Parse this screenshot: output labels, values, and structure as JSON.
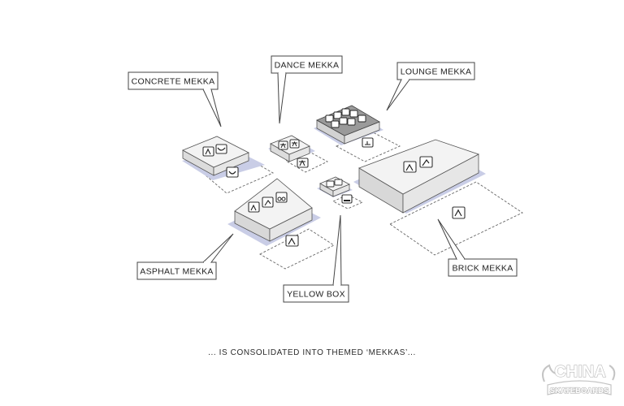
{
  "labels": {
    "concrete": "CONCRETE MEKKA",
    "dance": "DANCE MEKKA",
    "lounge": "LOUNGE MEKKA",
    "asphalt": "ASPHALT MEKKA",
    "yellow": "YELLOW BOX",
    "brick": "BRICK MEKKA"
  },
  "caption": "... IS CONSOLIDATED INTO THEMED ‘MEKKAS’...",
  "logo": {
    "line1": "CHINA",
    "line2": "SKATEBOARDS"
  },
  "colors": {
    "shadow": "#c9cde6",
    "box_top": "#f3f3f3",
    "box_side": "#dcdcdc",
    "line": "#444444"
  },
  "icons": {
    "concrete": [
      "skater-icon",
      "bowl-icon"
    ],
    "concrete_floor": [
      "bowl-icon"
    ],
    "dance": [
      "dancer-icon",
      "dancer-icon"
    ],
    "dance_floor": [
      "dancer-icon"
    ],
    "lounge": [
      "seat-icon",
      "seat-icon",
      "cup-icon",
      "tv-icon",
      "sofa-icon",
      "sofa-icon",
      "bar-icon",
      "table-icon"
    ],
    "lounge_floor": [
      "seat-icon"
    ],
    "asphalt": [
      "skater-icon",
      "jump-icon",
      "bike-icon"
    ],
    "asphalt_floor": [
      "skater-icon"
    ],
    "yellow": [
      "box-icon",
      "car-icon"
    ],
    "yellow_floor": [
      "car-icon"
    ],
    "brick": [
      "skater-icon",
      "jump-icon"
    ],
    "brick_floor": [
      "skater-icon"
    ]
  }
}
